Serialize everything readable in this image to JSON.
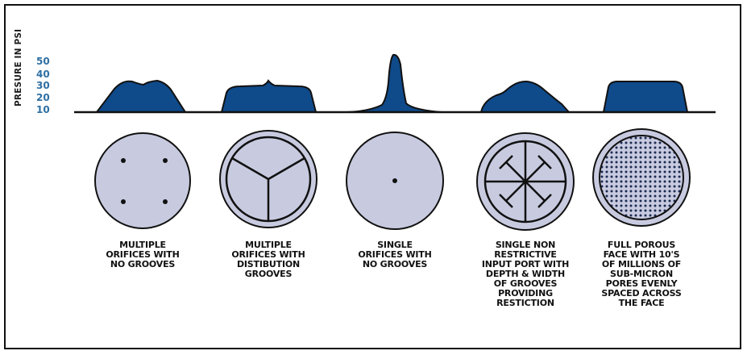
{
  "axis": {
    "label": "PRESURE IN PSI",
    "ticks": [
      "50",
      "40",
      "30",
      "20",
      "10"
    ]
  },
  "colors": {
    "curve_fill": "#0f4a8a",
    "disc_fill": "#c8cbe0",
    "stroke": "#111111",
    "tick_text": "#2f6fa3"
  },
  "items": [
    {
      "caption": "MULTIPLE\nORIFICES WITH\nNO GROOVES"
    },
    {
      "caption": "MULTIPLE\nORIFICES WITH\nDISTIBUTION\nGROOVES"
    },
    {
      "caption": "SINGLE\nORIFICES WITH\nNO GROOVES"
    },
    {
      "caption": "SINGLE NON\nRESTRICTIVE\nINPUT PORT WITH\nDEPTH & WIDTH\nOF GROOVES\nPROVIDING\nRESTICTION"
    },
    {
      "caption": "FULL POROUS\nFACE WITH 10'S\nOF MILLIONS OF\nSUB-MICRON\nPORES EVENLY\nSPACED ACROSS\nTHE FACE"
    }
  ]
}
